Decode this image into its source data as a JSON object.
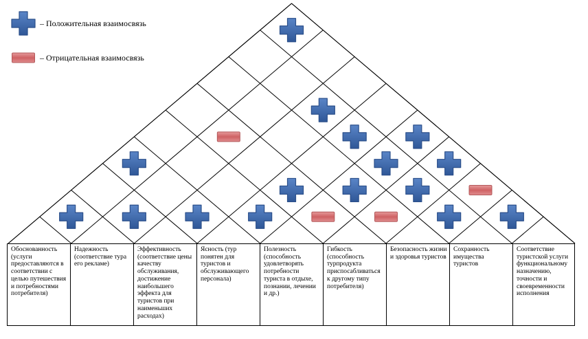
{
  "legend": {
    "positive": {
      "label": "– Положительная взаимосвязь",
      "color": "#3f68ad"
    },
    "negative": {
      "label": "– Отрицательная взаимосвязь",
      "color": "#d9797b"
    }
  },
  "requirements": [
    "Обоснованность (услуги предоставляются в соответствии с целью путешествия и потребностями потребителя)",
    "Надежность (соответствие тура его рекламе)",
    "Эффективность (соответствие цены качеству обслуживания, достижение наибольшего эффекта для туристов при наименьших расходах)",
    "Ясность (тур понятен для туристов и обслуживающего персонала)",
    "Полезность (способность удовлетворять потребности туриста в отдыхе, познании, лечении и др.)",
    "Гибкость (способность турпродукта приспосабливаться к другому типу потребителя)",
    "Безопасность жизни и здоровья туристов",
    "Сохранность имущества туристов",
    "Соответствие туристской услуги функциональному назначению, точности и своевременности исполнения"
  ],
  "correlations": [
    {
      "i": 0,
      "j": 1,
      "type": "positive"
    },
    {
      "i": 1,
      "j": 2,
      "type": "positive"
    },
    {
      "i": 0,
      "j": 3,
      "type": "positive"
    },
    {
      "i": 2,
      "j": 3,
      "type": "positive"
    },
    {
      "i": 3,
      "j": 4,
      "type": "positive"
    },
    {
      "i": 1,
      "j": 5,
      "type": "negative"
    },
    {
      "i": 3,
      "j": 5,
      "type": "positive"
    },
    {
      "i": 4,
      "j": 5,
      "type": "negative"
    },
    {
      "i": 5,
      "j": 6,
      "type": "negative"
    },
    {
      "i": 3,
      "j": 7,
      "type": "positive"
    },
    {
      "i": 4,
      "j": 6,
      "type": "positive"
    },
    {
      "i": 6,
      "j": 7,
      "type": "positive"
    },
    {
      "i": 2,
      "j": 7,
      "type": "positive"
    },
    {
      "i": 4,
      "j": 7,
      "type": "positive"
    },
    {
      "i": 5,
      "j": 7,
      "type": "positive"
    },
    {
      "i": 0,
      "j": 8,
      "type": "positive"
    },
    {
      "i": 4,
      "j": 8,
      "type": "positive"
    },
    {
      "i": 5,
      "j": 8,
      "type": "positive"
    },
    {
      "i": 6,
      "j": 8,
      "type": "negative"
    },
    {
      "i": 7,
      "j": 8,
      "type": "positive"
    }
  ]
}
